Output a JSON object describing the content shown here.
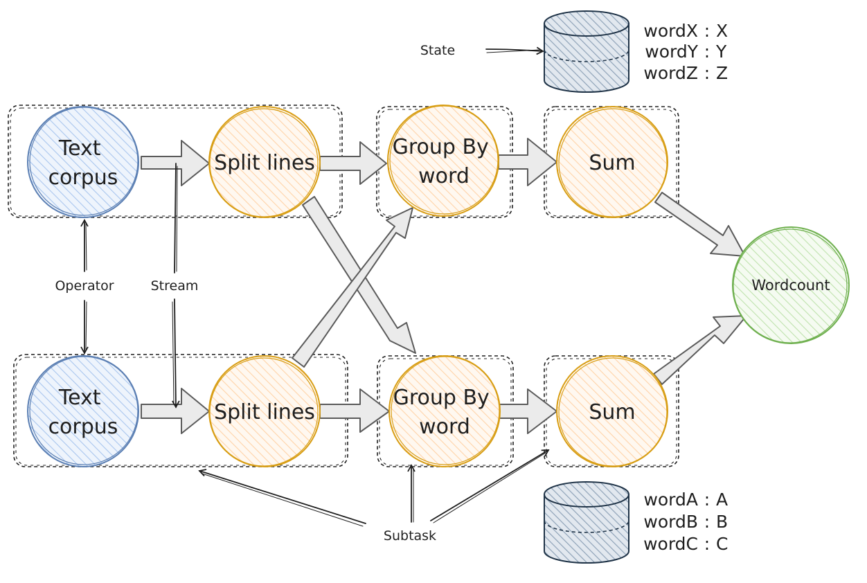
{
  "colors": {
    "source_stroke": "#5b7fb3",
    "source_fill": "#cfe0f7",
    "operator_stroke": "#d89e15",
    "operator_fill": "#ffe1c1",
    "sink_stroke": "#6fb04f",
    "sink_fill": "#d7edcc",
    "state_stroke": "#1f3347",
    "state_fill": "#9fb0c4",
    "arrow_fill": "#ebebeb",
    "arrow_stroke": "#5a5a5a",
    "ink": "#1e1e1e"
  },
  "nodes": {
    "text_corpus_top": [
      "Text",
      "corpus"
    ],
    "split_lines_top": [
      "Split lines"
    ],
    "group_by_top": [
      "Group By",
      "word"
    ],
    "sum_top": [
      "Sum"
    ],
    "text_corpus_bottom": [
      "Text",
      "corpus"
    ],
    "split_lines_bottom": [
      "Split lines"
    ],
    "group_by_bottom": [
      "Group By",
      "word"
    ],
    "sum_bottom": [
      "Sum"
    ],
    "wordcount": [
      "Wordcount"
    ]
  },
  "labels": {
    "state": "State",
    "operator": "Operator",
    "stream": "Stream",
    "subtask": "Subtask"
  },
  "state_top": {
    "entries": [
      {
        "key": "wordX",
        "sep": ":",
        "value": "X"
      },
      {
        "key": "wordY",
        "sep": ":",
        "value": "Y"
      },
      {
        "key": "wordZ",
        "sep": ":",
        "value": "Z"
      }
    ]
  },
  "state_bottom": {
    "entries": [
      {
        "key": "wordA",
        "sep": ":",
        "value": "A"
      },
      {
        "key": "wordB",
        "sep": ":",
        "value": "B"
      },
      {
        "key": "wordC",
        "sep": ":",
        "value": "C"
      }
    ]
  }
}
